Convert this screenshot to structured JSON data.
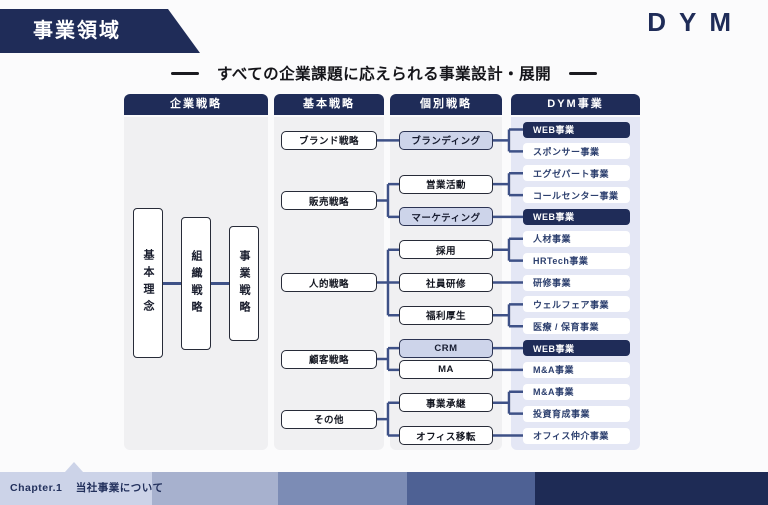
{
  "header": {
    "banner_title": "事業領域",
    "logo_text": "DYM"
  },
  "subtitle": {
    "text": "すべての企業課題に応えられる事業設計・展開"
  },
  "diagram": {
    "columns": [
      {
        "title": "企業戦略"
      },
      {
        "title": "基本戦略"
      },
      {
        "title": "個別戦略"
      },
      {
        "title": "DYM事業"
      }
    ],
    "corporate_nodes": [
      {
        "label": "基本理念"
      },
      {
        "label": "組織戦略"
      },
      {
        "label": "事業戦略"
      }
    ],
    "basic_nodes": [
      {
        "label": "ブランド戦略"
      },
      {
        "label": "販売戦略"
      },
      {
        "label": "人的戦略"
      },
      {
        "label": "顧客戦略"
      },
      {
        "label": "その他"
      }
    ],
    "individual_nodes": [
      {
        "label": "ブランディング",
        "variant": "highlight"
      },
      {
        "label": "営業活動",
        "variant": "plain"
      },
      {
        "label": "マーケティング",
        "variant": "highlight"
      },
      {
        "label": "採用",
        "variant": "plain"
      },
      {
        "label": "社員研修",
        "variant": "plain"
      },
      {
        "label": "福利厚生",
        "variant": "plain"
      },
      {
        "label": "CRM",
        "variant": "highlight"
      },
      {
        "label": "MA",
        "variant": "plain"
      },
      {
        "label": "事業承継",
        "variant": "plain"
      },
      {
        "label": "オフィス移転",
        "variant": "plain"
      }
    ],
    "dym_nodes": [
      {
        "label": "WEB事業",
        "variant": "dark"
      },
      {
        "label": "スポンサー事業",
        "variant": "light"
      },
      {
        "label": "エグゼパート事業",
        "variant": "light"
      },
      {
        "label": "コールセンター事業",
        "variant": "light"
      },
      {
        "label": "WEB事業",
        "variant": "dark"
      },
      {
        "label": "人材事業",
        "variant": "light"
      },
      {
        "label": "HRTech事業",
        "variant": "light"
      },
      {
        "label": "研修事業",
        "variant": "light"
      },
      {
        "label": "ウェルフェア事業",
        "variant": "light"
      },
      {
        "label": "医療 / 保育事業",
        "variant": "light"
      },
      {
        "label": "WEB事業",
        "variant": "dark"
      },
      {
        "label": "M&A事業",
        "variant": "light"
      },
      {
        "label": "M&A事業",
        "variant": "light"
      },
      {
        "label": "投資育成事業",
        "variant": "light"
      },
      {
        "label": "オフィス仲介事業",
        "variant": "light"
      }
    ],
    "connections": {
      "basic_to_individual": [
        {
          "from": 0,
          "to": [
            0
          ]
        },
        {
          "from": 1,
          "to": [
            1,
            2
          ]
        },
        {
          "from": 2,
          "to": [
            3,
            4,
            5
          ]
        },
        {
          "from": 3,
          "to": [
            6,
            7
          ]
        },
        {
          "from": 4,
          "to": [
            8,
            9
          ]
        }
      ],
      "individual_to_dym": [
        {
          "from": 0,
          "to": [
            0,
            1
          ]
        },
        {
          "from": 1,
          "to": [
            2,
            3
          ]
        },
        {
          "from": 2,
          "to": [
            4
          ]
        },
        {
          "from": 3,
          "to": [
            5,
            6
          ]
        },
        {
          "from": 4,
          "to": [
            7
          ]
        },
        {
          "from": 5,
          "to": [
            8,
            9
          ]
        },
        {
          "from": 6,
          "to": [
            10
          ]
        },
        {
          "from": 7,
          "to": [
            11
          ]
        },
        {
          "from": 8,
          "to": [
            12,
            13
          ]
        },
        {
          "from": 9,
          "to": [
            14
          ]
        }
      ]
    }
  },
  "footer": {
    "chapter": "Chapter.1",
    "section": "当社事業について",
    "segment_colors": [
      "#ccd3e8",
      "#a7b1ce",
      "#7c8cb5",
      "#4e6194",
      "#1e2b55"
    ]
  },
  "colors": {
    "navy": "#1f2c58",
    "highlight_box": "#cdd4ea",
    "connector": "#3e5187",
    "column_bg": "#f0f0f2",
    "dym_column_bg": "#e4e7f5"
  }
}
